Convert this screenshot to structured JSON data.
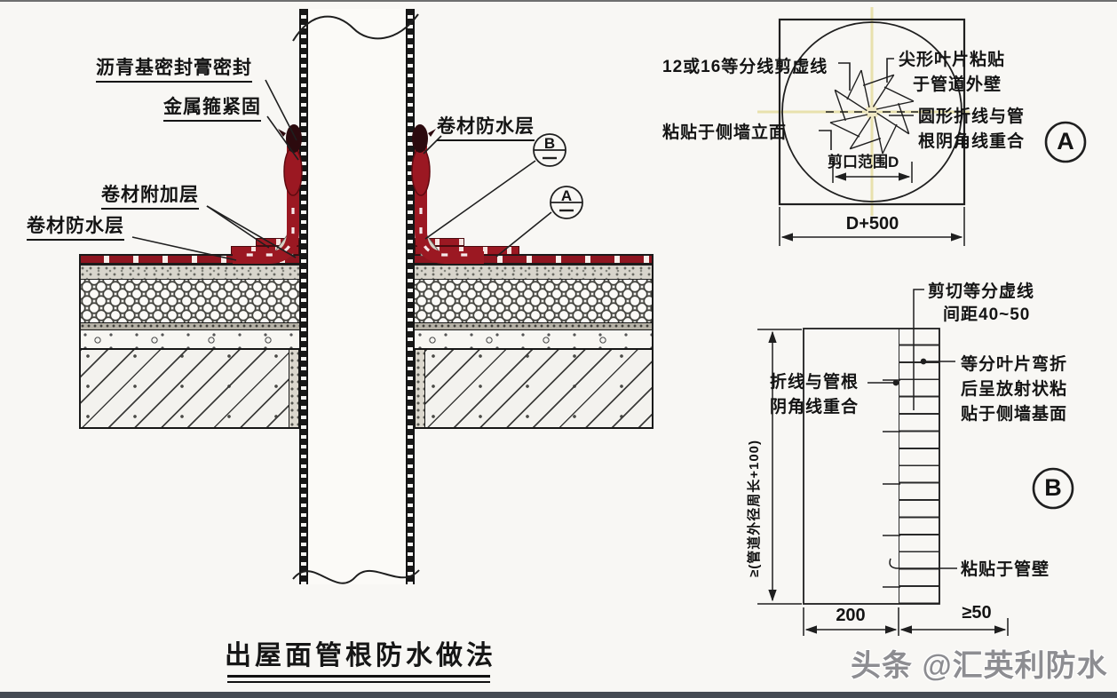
{
  "title": {
    "text": "出屋面管根防水做法"
  },
  "watermark": {
    "text": "头条 @汇英利防水"
  },
  "cross_section": {
    "label_sealant": "沥青基密封膏密封",
    "label_clamp": "金属箍紧固",
    "label_membrane_right": "卷材防水层",
    "label_additional": "卷材附加层",
    "label_membrane_left": "卷材防水层",
    "bubble_b": "B",
    "bubble_a": "A"
  },
  "detail_a": {
    "badge": "A",
    "label_division": "12或16等分线剪虚线",
    "label_blade_line1": "尖形叶片粘贴",
    "label_blade_line2": "于管道外壁",
    "label_side_wall": "粘贴于侧墙立面",
    "label_fold_line1": "圆形折线与管",
    "label_fold_line2": "根阴角线重合",
    "dim_cut_range": "剪口范围D",
    "dim_width": "D+500"
  },
  "detail_b": {
    "badge": "B",
    "label_cut_line1": "剪切等分虚线",
    "label_cut_line2": "间距40~50",
    "label_fold_line1": "折线与管根",
    "label_fold_line2": "阴角线重合",
    "label_radial_line1": "等分叶片弯折",
    "label_radial_line2": "后呈放射状粘",
    "label_radial_line3": "贴于侧墙基面",
    "label_pipe_wall": "粘贴于管壁",
    "dim_height": "≥(管道外径周长+100)",
    "dim_width_left": "200",
    "dim_width_right": "≥50"
  },
  "colors": {
    "membrane_red": "#9b1822",
    "line_black": "#1f1f1f",
    "centerline_yellow": "#e8e1ad",
    "watermark_gray": "#8d8d91"
  }
}
